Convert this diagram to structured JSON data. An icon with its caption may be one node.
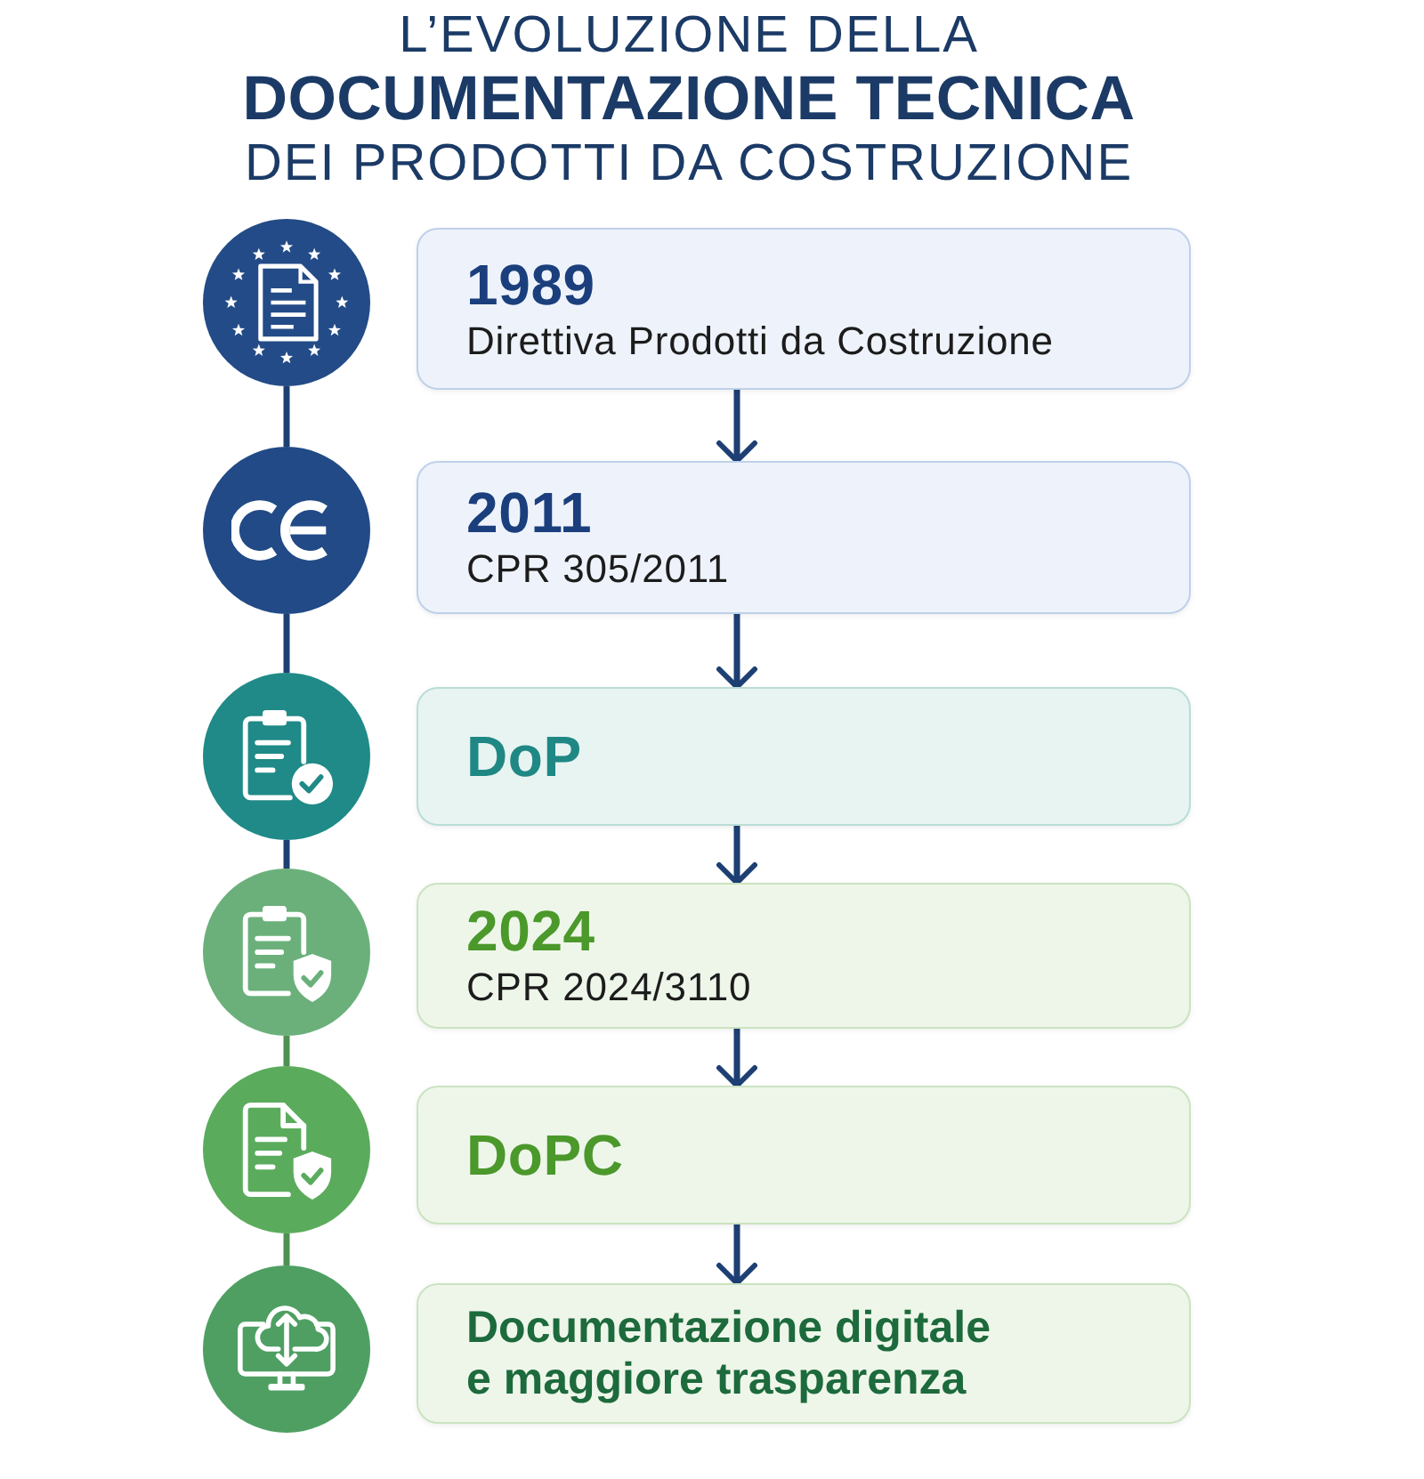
{
  "diagram": {
    "title": "L’EVOLUZIONE DELLA **DOCUMENTAZIONE TECNICA** DEI PRODOTTI DA COSTRUZIONE",
    "nodes": [
      {
        "text": [],
        "shape": "circle"
      },
      {
        "text": [
          "1989",
          "Direttiva Prodotti da Costruzione"
        ]
      },
      {
        "text": [],
        "shape": "circle"
      },
      {
        "text": [
          "2011",
          "CPR 305/2011"
        ]
      },
      {
        "text": [],
        "shape": "circle"
      },
      {
        "text": [
          "DoP"
        ]
      },
      {
        "text": [],
        "shape": "circle"
      },
      {
        "text": [
          "2024",
          "CPR 2024/3110"
        ]
      },
      {
        "text": [],
        "shape": "circle"
      },
      {
        "text": [
          "DoPC"
        ]
      },
      {
        "text": [],
        "shape": "circle"
      },
      {
        "text": [
          "Documentazione digitale e maggiore trasparenza"
        ]
      }
    ],
    "edges": [
      {
        "from": 0,
        "to": 2,
        "arrow": "none"
      },
      {
        "from": 2,
        "to": 4,
        "arrow": "none"
      },
      {
        "from": 4,
        "to": 6,
        "arrow": "none"
      },
      {
        "from": 6,
        "to": 8,
        "arrow": "none",
        "color": "#4e9152"
      },
      {
        "from": 8,
        "to": 10,
        "arrow": "none",
        "color": "#4e9152"
      },
      {
        "from": 1,
        "to": 3,
        "arrow": "to"
      },
      {
        "from": 3,
        "to": 5,
        "arrow": "to"
      },
      {
        "from": 5,
        "to": 7,
        "arrow": "to"
      },
      {
        "from": 7,
        "to": 9,
        "arrow": "to"
      },
      {
        "from": 9,
        "to": 11,
        "arrow": "to"
      }
    ]
  }
}
